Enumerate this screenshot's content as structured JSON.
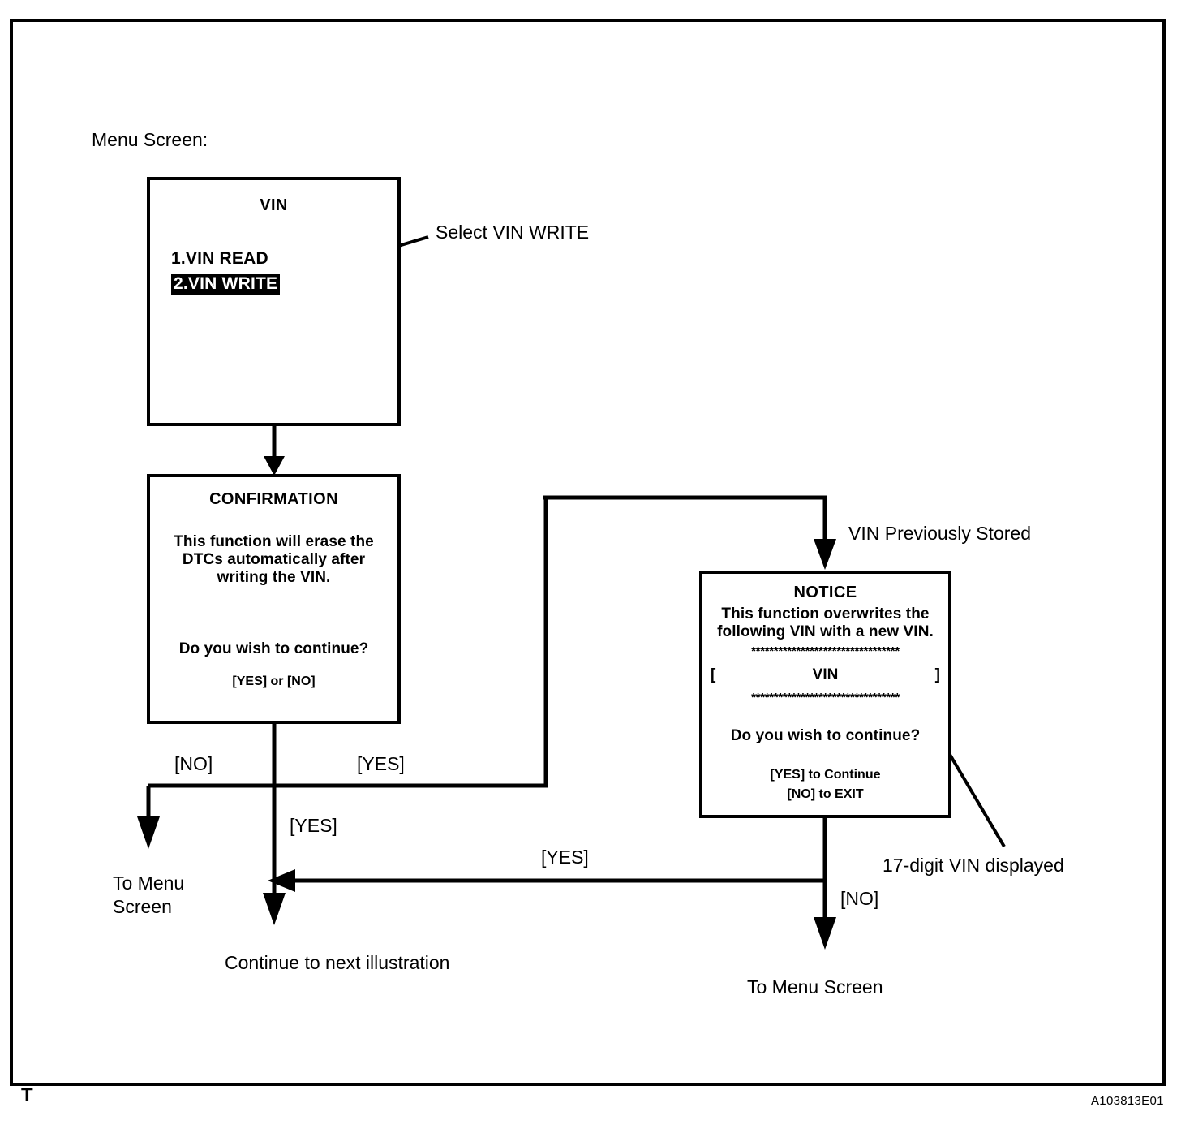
{
  "figure": {
    "caption": "Menu Screen:",
    "corner_marker": "T",
    "figure_id": "A103813E01"
  },
  "screens": {
    "vin_menu": {
      "title": "VIN",
      "items": [
        {
          "label": "1.VIN READ",
          "selected": false
        },
        {
          "label": "2.VIN WRITE",
          "selected": true
        }
      ]
    },
    "confirmation": {
      "title": "CONFIRMATION",
      "body_lines": [
        "This function will erase the",
        "DTCs automatically after",
        "writing the VIN."
      ],
      "question": "Do you wish to continue?",
      "options": "[YES] or [NO]"
    },
    "notice": {
      "title": "NOTICE",
      "body_lines": [
        "This function overwrites the",
        "following VIN with a new VIN."
      ],
      "separator": "*********************************",
      "vin_field": {
        "open_bracket": "[",
        "value": "VIN",
        "close_bracket": "]"
      },
      "question": "Do you wish to continue?",
      "options": [
        "[YES] to Continue",
        "[NO] to EXIT"
      ]
    }
  },
  "annotations": {
    "select_vin_write": "Select VIN WRITE",
    "vin_previously_stored": "VIN Previously Stored",
    "vin_digits_note": "17-digit VIN displayed"
  },
  "flow": {
    "confirm_no_label": "[NO]",
    "confirm_yes_branch_label": "[YES]",
    "confirm_yes_down_label": "[YES]",
    "notice_yes_label": "[YES]",
    "notice_no_label": "[NO]",
    "to_menu_screen_left_line1": "To Menu",
    "to_menu_screen_left_line2": "Screen",
    "continue_next_illustration": "Continue to next illustration",
    "to_menu_screen_right": "To Menu Screen"
  },
  "colors": {
    "ink": "#000000",
    "paper": "#ffffff"
  }
}
